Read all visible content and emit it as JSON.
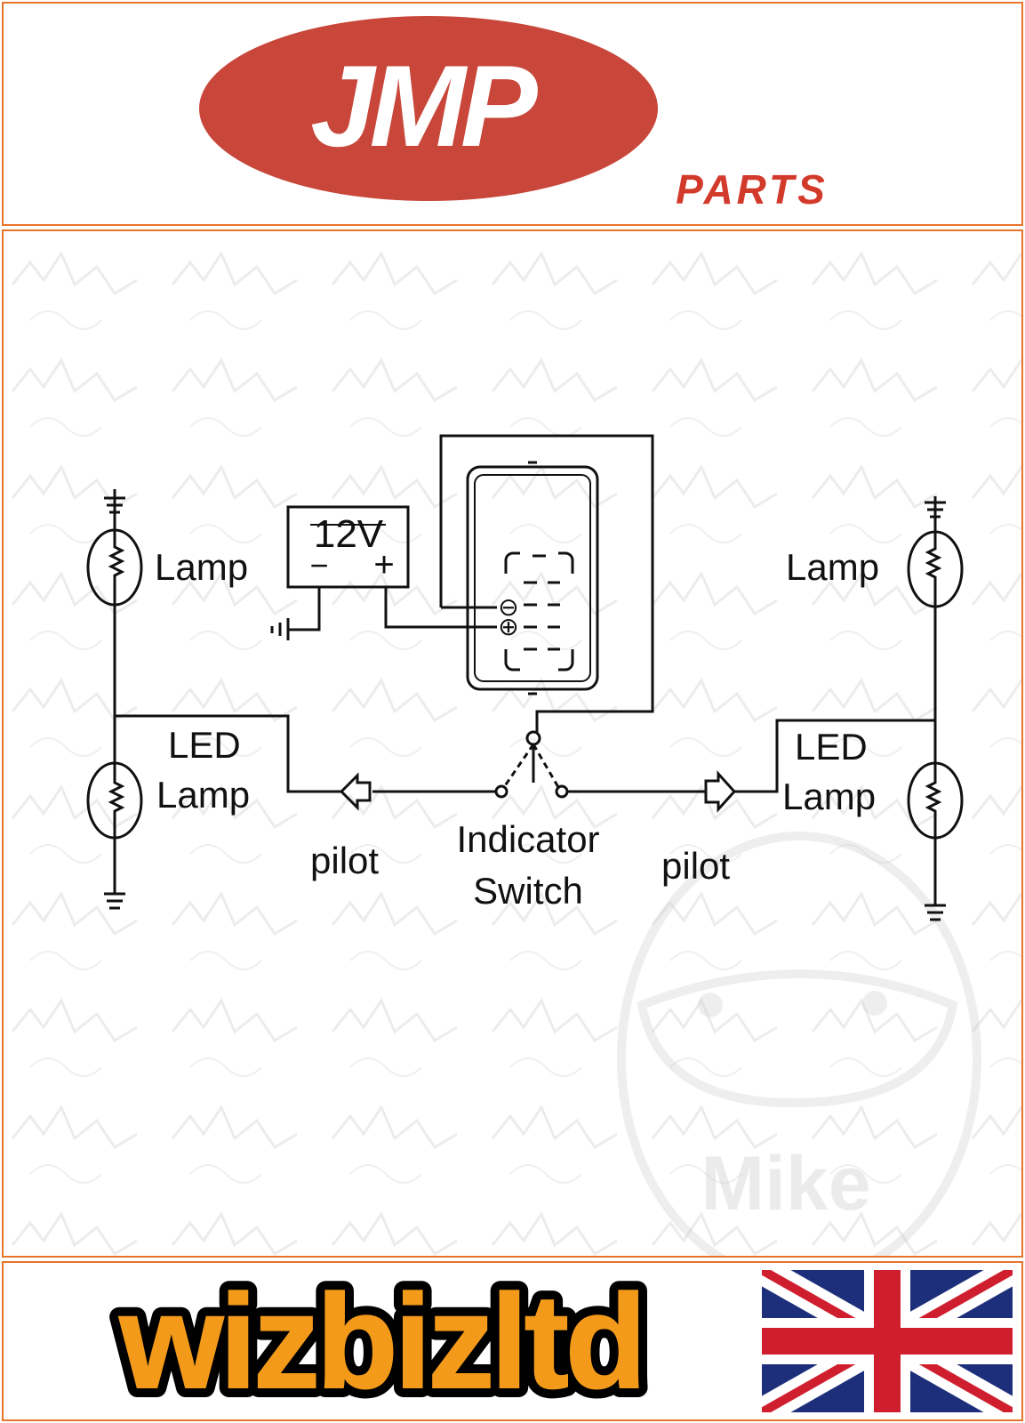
{
  "header": {
    "logo_text": "JMP",
    "logo_subtext": "PARTS",
    "brand_color": "#c8473a"
  },
  "diagram": {
    "battery": {
      "voltage": "12V",
      "minus": "−",
      "plus": "+"
    },
    "relay": {
      "minus_terminal": "⊖",
      "plus_terminal": "⊕"
    },
    "left_lamp_label": "Lamp",
    "left_led_label_line1": "LED",
    "left_led_label_line2": "Lamp",
    "right_lamp_label": "Lamp",
    "right_led_label_line1": "LED",
    "right_led_label_line2": "Lamp",
    "left_pilot_label": "pilot",
    "right_pilot_label": "pilot",
    "switch_label_line1": "Indicator",
    "switch_label_line2": "Switch",
    "watermark": "Mike"
  },
  "footer": {
    "brand_text": "wizbizltd",
    "brand_fill": "#f39a1a",
    "flag": "union-jack-flag"
  }
}
